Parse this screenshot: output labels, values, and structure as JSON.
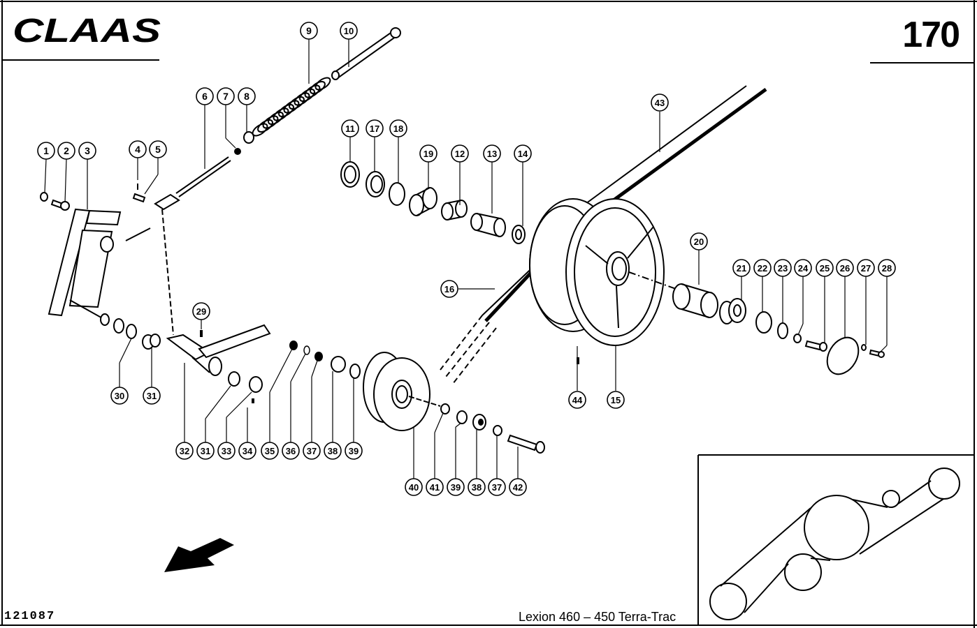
{
  "header": {
    "brand": "CLAAS",
    "page_number": "170"
  },
  "footer": {
    "drawing_number": "121087",
    "model": "Lexion 460 – 450 Terra-Trac"
  },
  "callouts": [
    {
      "id": "c1",
      "label": "1"
    },
    {
      "id": "c2",
      "label": "2"
    },
    {
      "id": "c3",
      "label": "3"
    },
    {
      "id": "c4",
      "label": "4"
    },
    {
      "id": "c5",
      "label": "5"
    },
    {
      "id": "c6",
      "label": "6"
    },
    {
      "id": "c7",
      "label": "7"
    },
    {
      "id": "c8",
      "label": "8"
    },
    {
      "id": "c9",
      "label": "9"
    },
    {
      "id": "c10",
      "label": "10"
    },
    {
      "id": "c11",
      "label": "11"
    },
    {
      "id": "c17",
      "label": "17"
    },
    {
      "id": "c18",
      "label": "18"
    },
    {
      "id": "c19",
      "label": "19"
    },
    {
      "id": "c12",
      "label": "12"
    },
    {
      "id": "c13",
      "label": "13"
    },
    {
      "id": "c14",
      "label": "14"
    },
    {
      "id": "c43",
      "label": "43"
    },
    {
      "id": "c20",
      "label": "20"
    },
    {
      "id": "c21",
      "label": "21"
    },
    {
      "id": "c22",
      "label": "22"
    },
    {
      "id": "c23",
      "label": "23"
    },
    {
      "id": "c24",
      "label": "24"
    },
    {
      "id": "c25",
      "label": "25"
    },
    {
      "id": "c26",
      "label": "26"
    },
    {
      "id": "c27",
      "label": "27"
    },
    {
      "id": "c28",
      "label": "28"
    },
    {
      "id": "c16",
      "label": "16"
    },
    {
      "id": "c29",
      "label": "29"
    },
    {
      "id": "c30",
      "label": "30"
    },
    {
      "id": "c31a",
      "label": "31"
    },
    {
      "id": "c44",
      "label": "44"
    },
    {
      "id": "c15",
      "label": "15"
    },
    {
      "id": "c32",
      "label": "32"
    },
    {
      "id": "c31b",
      "label": "31"
    },
    {
      "id": "c33",
      "label": "33"
    },
    {
      "id": "c34",
      "label": "34"
    },
    {
      "id": "c35",
      "label": "35"
    },
    {
      "id": "c36",
      "label": "36"
    },
    {
      "id": "c37a",
      "label": "37"
    },
    {
      "id": "c38a",
      "label": "38"
    },
    {
      "id": "c39a",
      "label": "39"
    },
    {
      "id": "c40",
      "label": "40"
    },
    {
      "id": "c41",
      "label": "41"
    },
    {
      "id": "c39b",
      "label": "39"
    },
    {
      "id": "c38b",
      "label": "38"
    },
    {
      "id": "c37b",
      "label": "37"
    },
    {
      "id": "c42",
      "label": "42"
    }
  ],
  "inset": {
    "title": "belt-routing-overview",
    "pulley_count": 5
  },
  "icons": {
    "direction_arrow": "arrow-down-left-icon"
  }
}
